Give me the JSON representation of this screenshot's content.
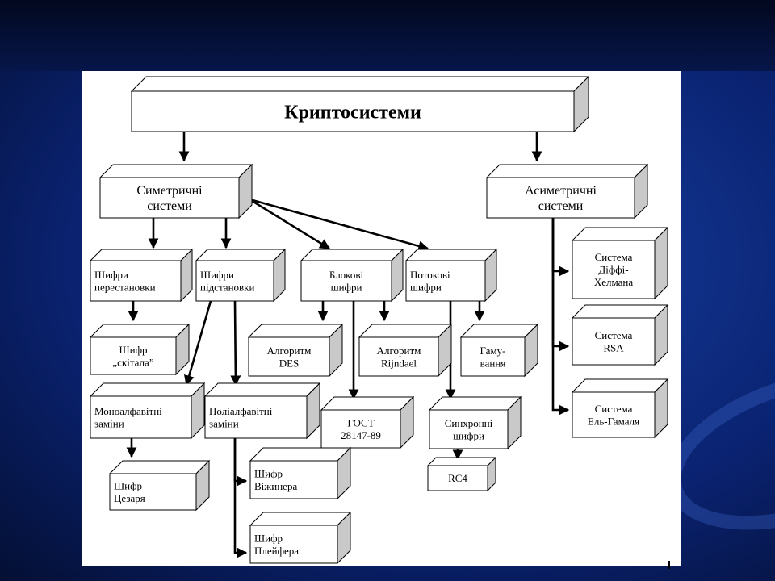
{
  "slide": {
    "diagram": {
      "nodes": [
        {
          "id": "root",
          "lines": [
            "Криптосистеми"
          ],
          "bold": true
        },
        {
          "id": "sym",
          "lines": [
            "Симетричні",
            "системи"
          ]
        },
        {
          "id": "asym",
          "lines": [
            "Асиметричні",
            "системи"
          ]
        },
        {
          "id": "perm",
          "lines": [
            "Шифри",
            "перестановки"
          ],
          "align": "left"
        },
        {
          "id": "subst",
          "lines": [
            "Шифри",
            "підстановки"
          ],
          "align": "left"
        },
        {
          "id": "block",
          "lines": [
            "Блокові",
            "шифри"
          ]
        },
        {
          "id": "stream",
          "lines": [
            "Потокові",
            "шифри"
          ],
          "align": "left"
        },
        {
          "id": "dh",
          "lines": [
            "Система",
            "Діффі-",
            "Хелмана"
          ]
        },
        {
          "id": "rsa",
          "lines": [
            "Система",
            "RSA"
          ]
        },
        {
          "id": "elg",
          "lines": [
            "Система",
            "Ель-Гамаля"
          ]
        },
        {
          "id": "skytale",
          "lines": [
            "Шифр",
            "„скітала”"
          ]
        },
        {
          "id": "des",
          "lines": [
            "Алгоритм",
            "DES"
          ]
        },
        {
          "id": "rijn",
          "lines": [
            "Алгоритм",
            "Rijndael"
          ]
        },
        {
          "id": "gamma",
          "lines": [
            "Гаму-",
            "вання"
          ]
        },
        {
          "id": "mono",
          "lines": [
            "Моноалфавітні",
            "заміни"
          ],
          "align": "left"
        },
        {
          "id": "poly",
          "lines": [
            "Поліалфавітні",
            "заміни"
          ],
          "align": "left"
        },
        {
          "id": "gost",
          "lines": [
            "ГОСТ",
            "28147-89"
          ]
        },
        {
          "id": "sync",
          "lines": [
            "Синхронні",
            "шифри"
          ]
        },
        {
          "id": "rc4",
          "lines": [
            "RC4"
          ]
        },
        {
          "id": "caesar",
          "lines": [
            "Шифр",
            "Цезаря"
          ],
          "align": "left"
        },
        {
          "id": "vigenere",
          "lines": [
            "Шифр",
            "Віжинера"
          ],
          "align": "left"
        },
        {
          "id": "playfair",
          "lines": [
            "Шифр",
            "Плейфера"
          ],
          "align": "left"
        }
      ],
      "edges": [
        [
          "root",
          "sym"
        ],
        [
          "root",
          "asym"
        ],
        [
          "sym",
          "perm"
        ],
        [
          "sym",
          "subst"
        ],
        [
          "sym",
          "block"
        ],
        [
          "sym",
          "stream"
        ],
        [
          "perm",
          "skytale"
        ],
        [
          "perm",
          "mono"
        ],
        [
          "mono",
          "caesar"
        ],
        [
          "subst",
          "mono"
        ],
        [
          "subst",
          "poly"
        ],
        [
          "poly",
          "vigenere"
        ],
        [
          "poly",
          "playfair"
        ],
        [
          "block",
          "des"
        ],
        [
          "block",
          "gost"
        ],
        [
          "block",
          "rijn"
        ],
        [
          "stream",
          "gamma"
        ],
        [
          "stream",
          "sync"
        ],
        [
          "sync",
          "rc4"
        ],
        [
          "asym",
          "dh"
        ],
        [
          "asym",
          "rsa"
        ],
        [
          "asym",
          "elg"
        ]
      ]
    }
  }
}
